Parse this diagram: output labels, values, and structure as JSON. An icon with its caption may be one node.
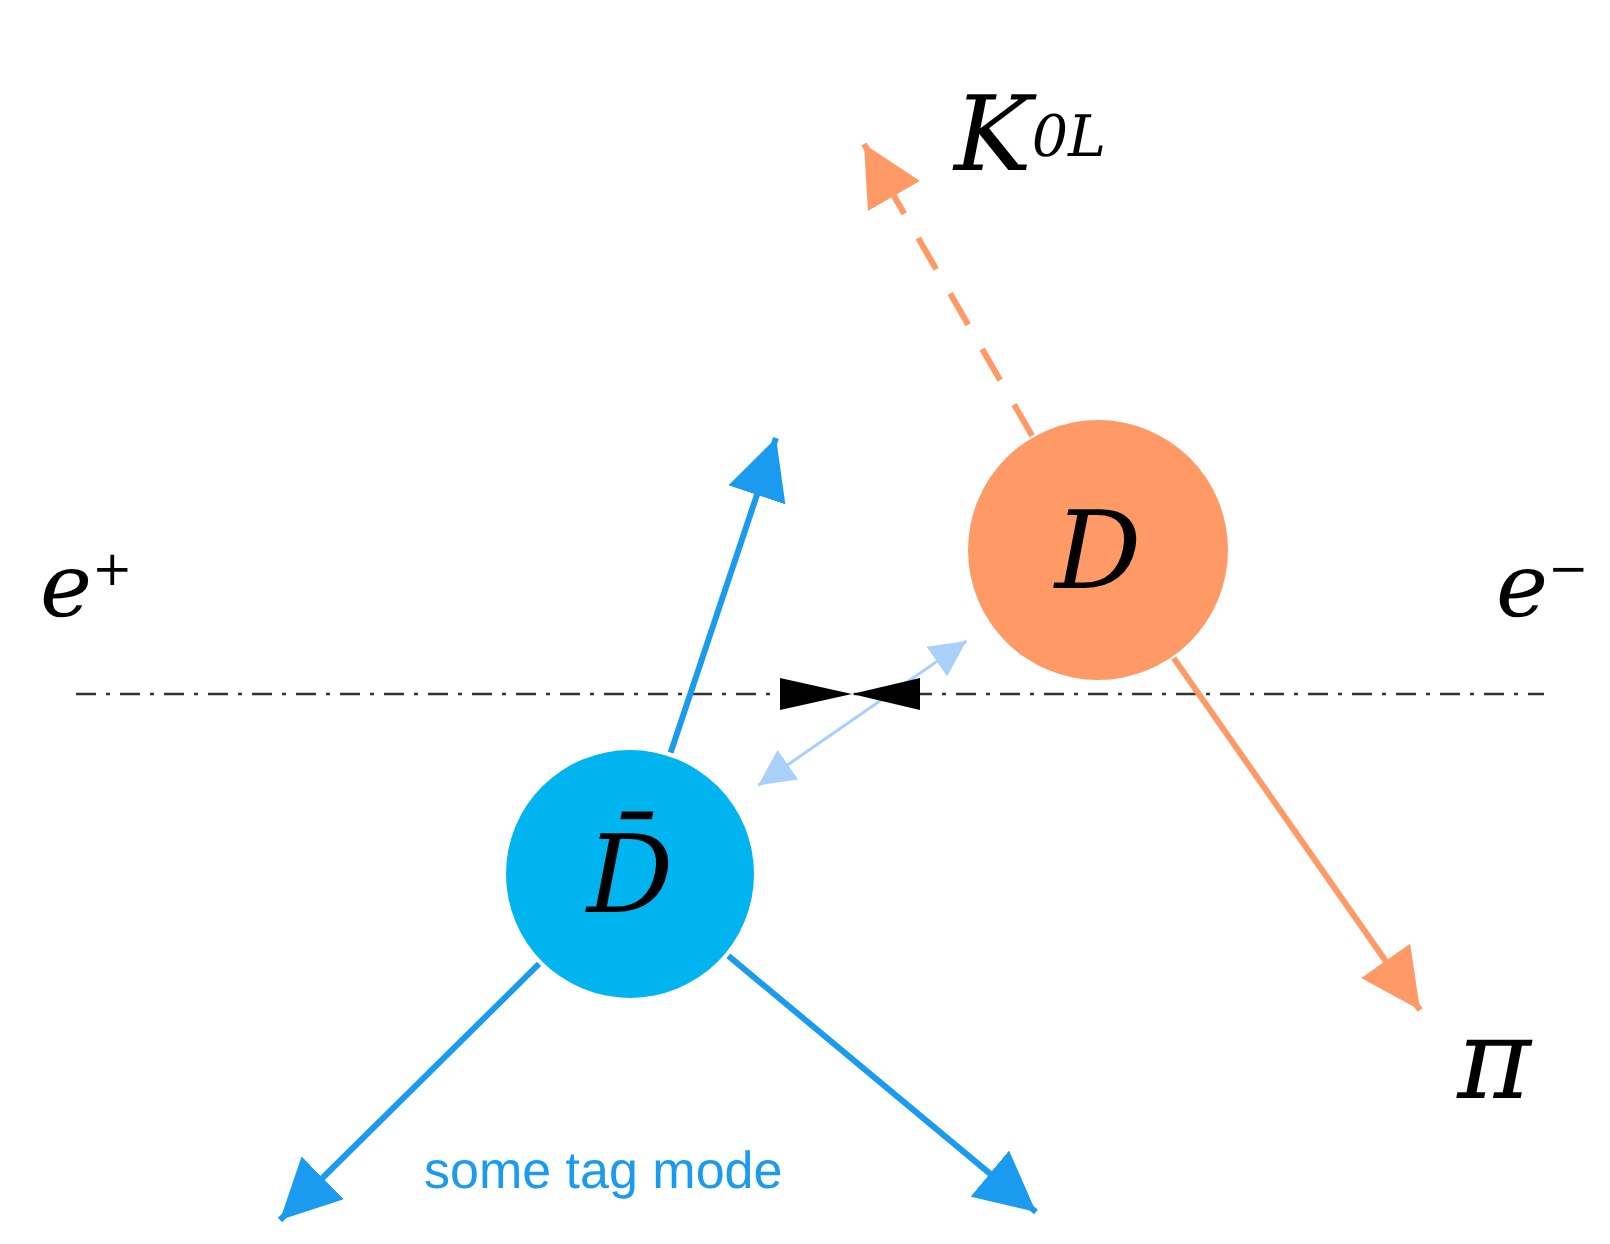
{
  "diagram": {
    "nodes": [
      {
        "text": [
          "K$^{0}$$_{L}$"
        ]
      },
      {
        "text": [
          "D"
        ]
      },
      {
        "text": [
          "D̄"
        ]
      },
      {
        "text": [
          "π"
        ]
      }
    ],
    "edges": [
      {
        "from": 1,
        "to": 0,
        "arrow": "to",
        "style": "dashed",
        "color": "#ff9966"
      },
      {
        "from": 1,
        "to": 3,
        "arrow": "to",
        "color": "#ff9966"
      },
      {
        "from": 2,
        "to": null,
        "arrow": "to"
      },
      {
        "from": 2,
        "to": null,
        "arrow": "to"
      },
      {
        "from": 2,
        "to": null,
        "arrow": "to"
      },
      {
        "from": 2,
        "to": 1,
        "arrow": "both",
        "color": "#a8d0f8"
      }
    ],
    "labels": [
      "e$^{+}$",
      "e$^{−}$",
      "some tag mode"
    ]
  }
}
